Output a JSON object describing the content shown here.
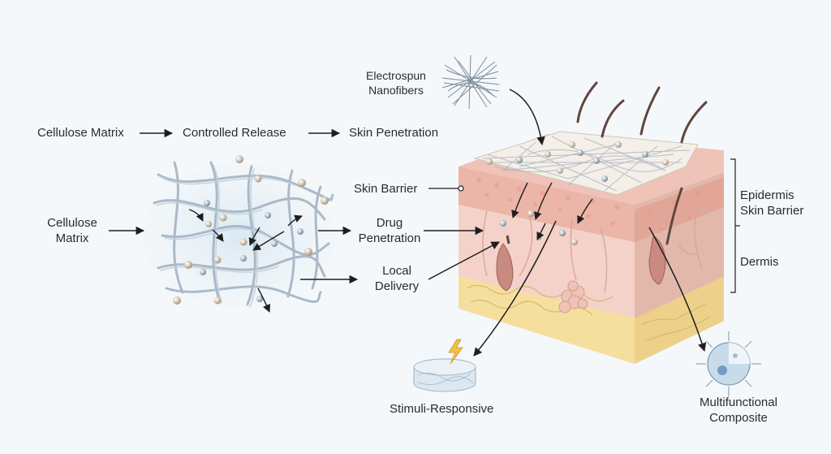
{
  "flow": {
    "step1": "Cellulose Matrix",
    "step2": "Controlled Release",
    "step3": "Skin Penetration"
  },
  "left": {
    "matrix_line1": "Cellulose",
    "matrix_line2": "Matrix",
    "drug_line1": "Drug",
    "drug_line2": "Penetration",
    "local_line1": "Local",
    "local_line2": "Delivery"
  },
  "skin": {
    "nanofibers_line1": "Electrospun",
    "nanofibers_line2": "Nanofibers",
    "barrier": "Skin Barrier",
    "epidermis_line1": "Epidermis",
    "epidermis_line2": "Skin Barrier",
    "dermis": "Dermis"
  },
  "bottom": {
    "stimuli": "Stimuli-Responsive",
    "multi_line1": "Multifunctional",
    "multi_line2": "Composite"
  },
  "colors": {
    "background": "#f5f8fa",
    "epidermis": "#e9b2a5",
    "dermis": "#f4d0c6",
    "fat": "#f3dc9c",
    "fiber": "#9aa8b8",
    "particle": "#c9b9a6",
    "hair": "#5e463e"
  }
}
